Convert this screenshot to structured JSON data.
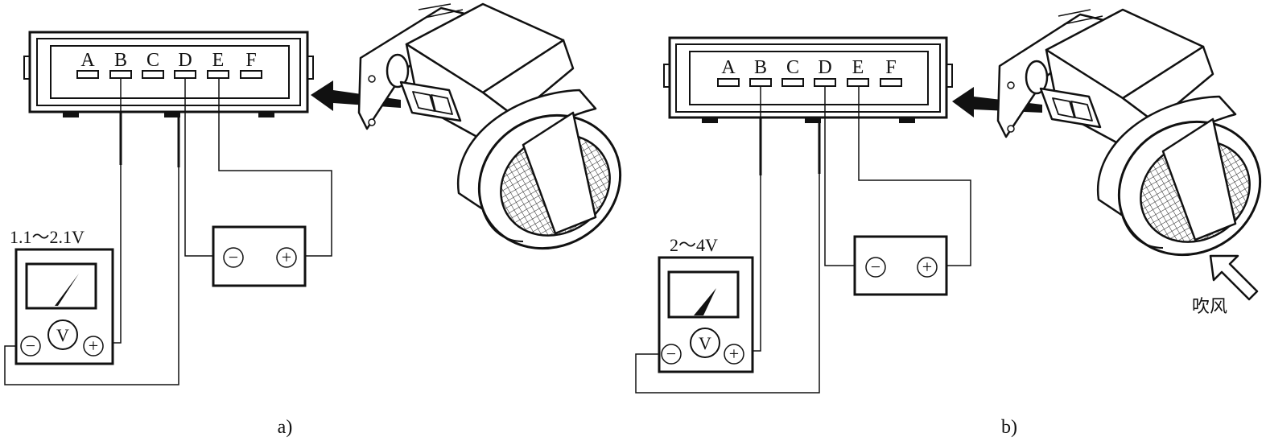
{
  "panels": [
    {
      "caption": "a)",
      "pins": [
        "A",
        "B",
        "C",
        "D",
        "E",
        "F"
      ],
      "meter_reading": "1.1～2.1V",
      "meter_symbol": "V",
      "meter_minus": "−",
      "meter_plus": "+",
      "battery_minus": "−",
      "battery_plus": "+"
    },
    {
      "caption": "b)",
      "pins": [
        "A",
        "B",
        "C",
        "D",
        "E",
        "F"
      ],
      "meter_reading": "2～4V",
      "meter_symbol": "V",
      "meter_minus": "−",
      "meter_plus": "+",
      "battery_minus": "−",
      "battery_plus": "+",
      "airflow_label": "吹风"
    }
  ]
}
